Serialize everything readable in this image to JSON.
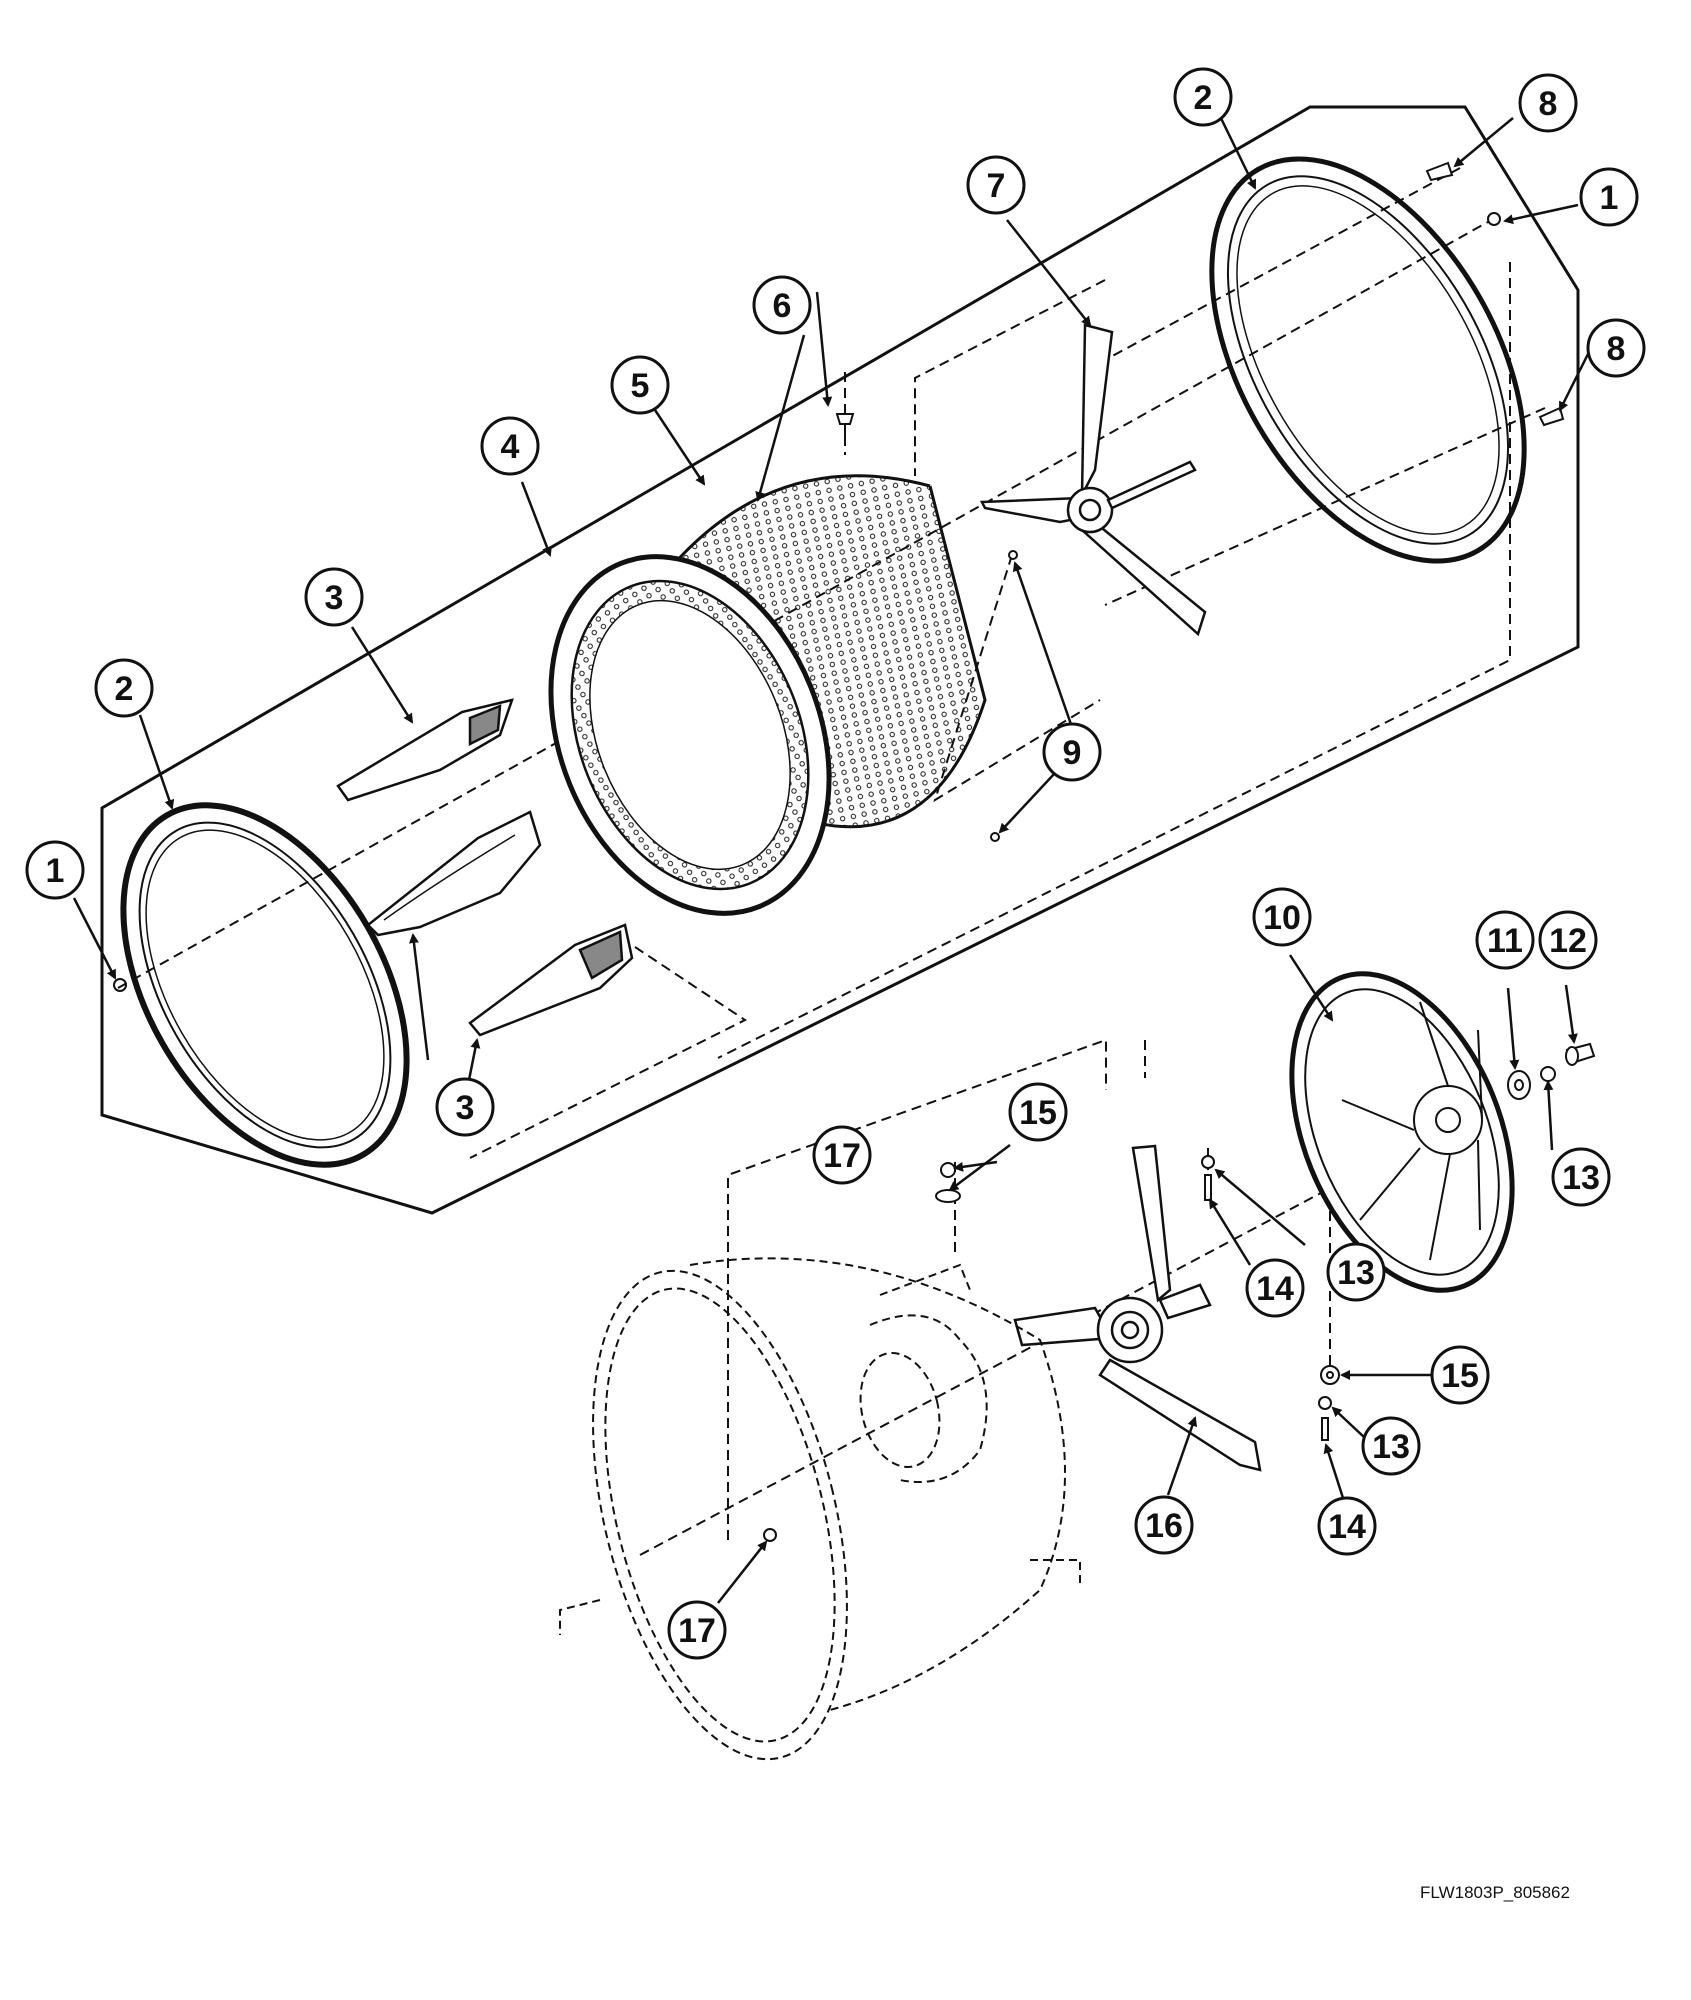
{
  "diagram": {
    "reference_code": "FLW1803P_805862",
    "callout_labels": [
      "1",
      "2",
      "3",
      "4",
      "5",
      "6",
      "7",
      "8",
      "9",
      "10",
      "11",
      "12",
      "13",
      "14",
      "15",
      "16",
      "17"
    ],
    "line_color": "#111111"
  }
}
